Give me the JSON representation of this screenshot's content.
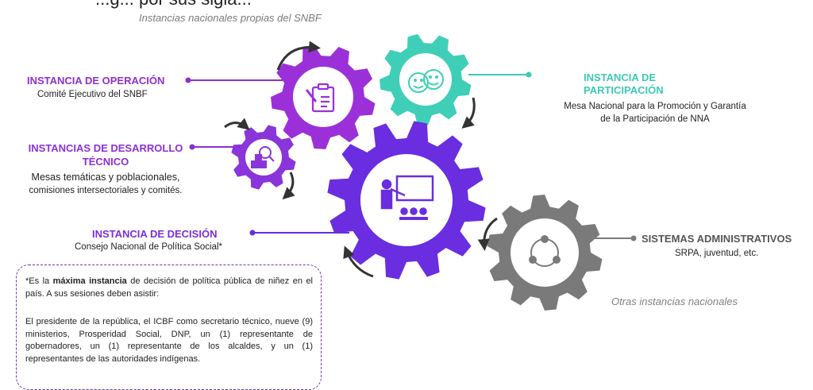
{
  "header": {
    "title_cut": "...g... por sus sigla...",
    "subtitle": "Instancias nacionales  propias del SNBF"
  },
  "nodes": {
    "operacion": {
      "title": "INSTANCIA DE OPERACIÓN",
      "desc": "Comité Ejecutivo del SNBF",
      "icon": "clipboard-icon"
    },
    "participacion": {
      "title_line1": "INSTANCIA DE",
      "title_line2": "PARTICIPACIÓN",
      "desc_line1": "Mesa Nacional para la Promoción y Garantía",
      "desc_line2": "de la Participación de NNA",
      "icon": "children-faces-icon"
    },
    "desarrollo": {
      "title_line1": "INSTANCIAS DE DESARROLLO",
      "title_line2": "TÉCNICO",
      "desc_line1": "Mesas temáticas y poblacionales,",
      "desc_line2": "comisiones intersectoriales y comités.",
      "icon": "magnifier-boxes-icon"
    },
    "decision": {
      "title": "INSTANCIA DE DECISIÓN",
      "desc": "Consejo Nacional de Política Social*",
      "icon": "presentation-icon"
    },
    "sistemas": {
      "title": "SISTEMAS ADMINISTRATIVOS",
      "desc": "SRPA, juventud, etc.",
      "icon": "network-cycle-icon"
    }
  },
  "other_label": "Otras instancias nacionales",
  "note": {
    "p1_pre": "*Es la ",
    "p1_bold": "máxima instancia",
    "p1_post": " de decisión de política pública de niñez en el país. A sus sesiones deben asistir:",
    "p2": "El presidente de la república, el ICBF como secretario técnico, nueve (9) ministerios, Prosperidad Social, DNP, un (1) representante de gobernadores, un (1) representante de los alcaldes, y un (1) representantes de las autoridades indígenas."
  },
  "colors": {
    "purple": "#8d2fd4",
    "violet": "#6a2de0",
    "teal": "#3dc9b4",
    "gray": "#7a7a7a",
    "dark": "#333333"
  }
}
